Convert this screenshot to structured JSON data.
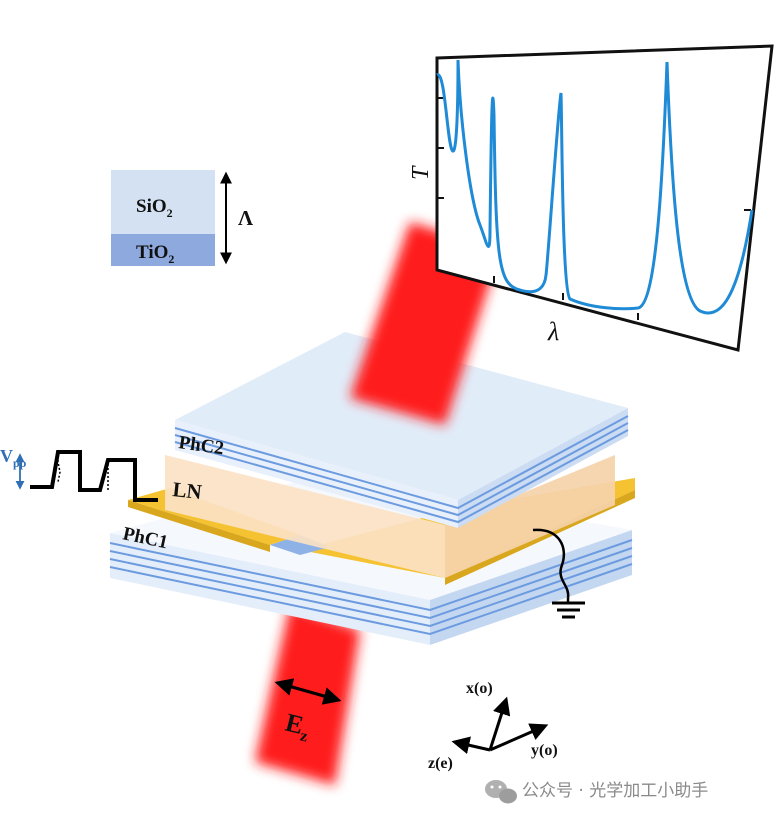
{
  "legend": {
    "top_layer": "SiO",
    "top_layer_sub": "2",
    "bottom_layer": "TiO",
    "bottom_layer_sub": "2",
    "period_symbol": "Λ"
  },
  "device": {
    "top_mirror": "PhC2",
    "middle_layer": "LN",
    "bottom_mirror": "PhC1"
  },
  "drive": {
    "voltage_symbol": "V",
    "voltage_sub": "pp"
  },
  "field": {
    "symbol": "E",
    "sub": "z"
  },
  "axes": {
    "x": "x(o)",
    "y": "y(o)",
    "z": "z(e)"
  },
  "spectrum": {
    "ylabel": "T",
    "xlabel": "λ"
  },
  "watermark": "公众号 · 光学加工小助手",
  "colors": {
    "beam": "#ff1a1a",
    "electrode": "#f5c232",
    "ln_crystal": "#fbe2c4",
    "mirror_light": "#dde9f7",
    "mirror_stripe": "#6c9be0",
    "spectrum_line": "#1f8ad6",
    "legend_sio2": "#d4e1f2",
    "legend_tio2": "#8ea9de",
    "voltage_label": "#2f6fb5"
  },
  "icons": [
    "wechat-icon",
    "ground-icon"
  ]
}
